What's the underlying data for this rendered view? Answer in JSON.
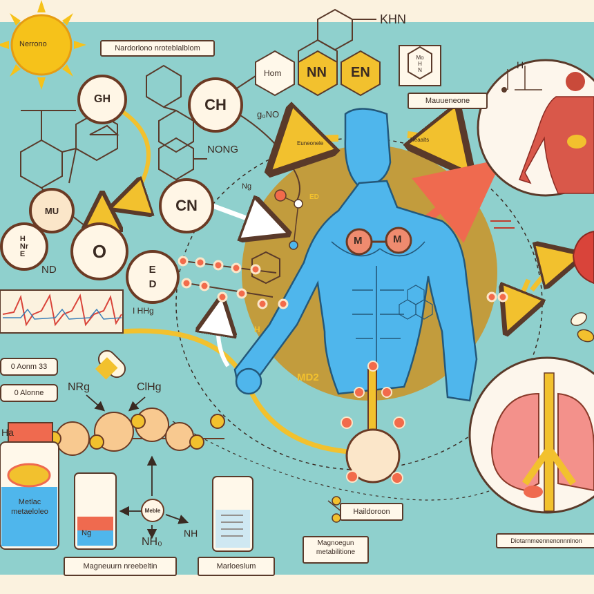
{
  "sun_label": "Nerrono",
  "top_box_label": "Nardorlono nroteblalblom",
  "khn_label": "KHN",
  "hex_labels": {
    "hom": "Hom",
    "nn": "NN",
    "en": "EN"
  },
  "small_box_label": "Mo\nH\nN",
  "right_top_box_label": "Mauueneone",
  "nodes": {
    "gh": "GH",
    "ch": "CH",
    "cn": "CN",
    "mu": "MU",
    "ed": "E\nD",
    "oh": "O",
    "hnh": "H\nNr\nE"
  },
  "text_labels": {
    "gno": "g₀NO",
    "nong": "NONG",
    "nd": "ND",
    "ng_left": "Ng",
    "ihhg": "I HHg",
    "ed_small": "ED",
    "h_small": "H",
    "md2": "MD2",
    "nrg": "NRg",
    "clhg": "ClHg",
    "nho": "NH₀",
    "nh": "NH",
    "ha": "Ha",
    "hr": "H",
    "ng_bottle": "Ng"
  },
  "arrow_labels": {
    "left": "Euneonele",
    "right": "Heaalts"
  },
  "bubble_labels": {
    "left": "M",
    "right": "M"
  },
  "left_boxes": [
    "0 Aonm 33",
    "0 Alonne"
  ],
  "bottle_label": "Metlac metaeloleo",
  "center_circle_label": "Meble",
  "bottom_boxes": {
    "left": "Magneuurn nreebeltin",
    "middle": "Marloeslum",
    "right": "Magnoegun metabilitione"
  },
  "right_mid_box_label": "Haildoroon",
  "bottom_right_label": "Diotarnmeennenonnnlnon",
  "colors": {
    "teal": "#8fd0cd",
    "cream": "#fbf2df",
    "yellow": "#f2c12e",
    "body": "#4fb6ec",
    "brown": "#c8962e",
    "red": "#ef6a4f",
    "outline": "#5a3a2a"
  }
}
